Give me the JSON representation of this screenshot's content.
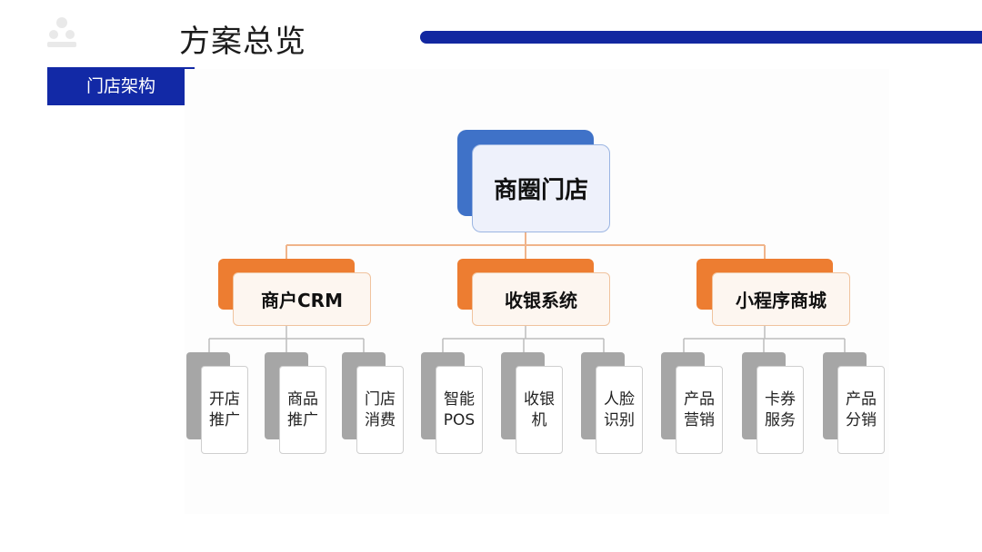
{
  "header": {
    "title": "方案总览",
    "section_tag": "门店架构",
    "logo_icon": "people-pyramid-icon",
    "accent_color": "#1227a0"
  },
  "diagram": {
    "root": "商圈门店",
    "branches": [
      {
        "label": "商户CRM",
        "leaves": [
          [
            "开店",
            "推广"
          ],
          [
            "商品",
            "推广"
          ],
          [
            "门店",
            "消费"
          ]
        ]
      },
      {
        "label": "收银系统",
        "leaves": [
          [
            "智能",
            "POS"
          ],
          [
            "收银",
            "机"
          ],
          [
            "人脸",
            "识别"
          ]
        ]
      },
      {
        "label": "小程序商城",
        "leaves": [
          [
            "产品",
            "营销"
          ],
          [
            "卡券",
            "服务"
          ],
          [
            "产品",
            "分销"
          ]
        ]
      }
    ],
    "colors": {
      "root": "#3f72c8",
      "branch": "#ed7d31",
      "leaf": "#a6a6a6",
      "root_connector": "#f0b48a",
      "leaf_connector": "#bdbdbd"
    }
  }
}
